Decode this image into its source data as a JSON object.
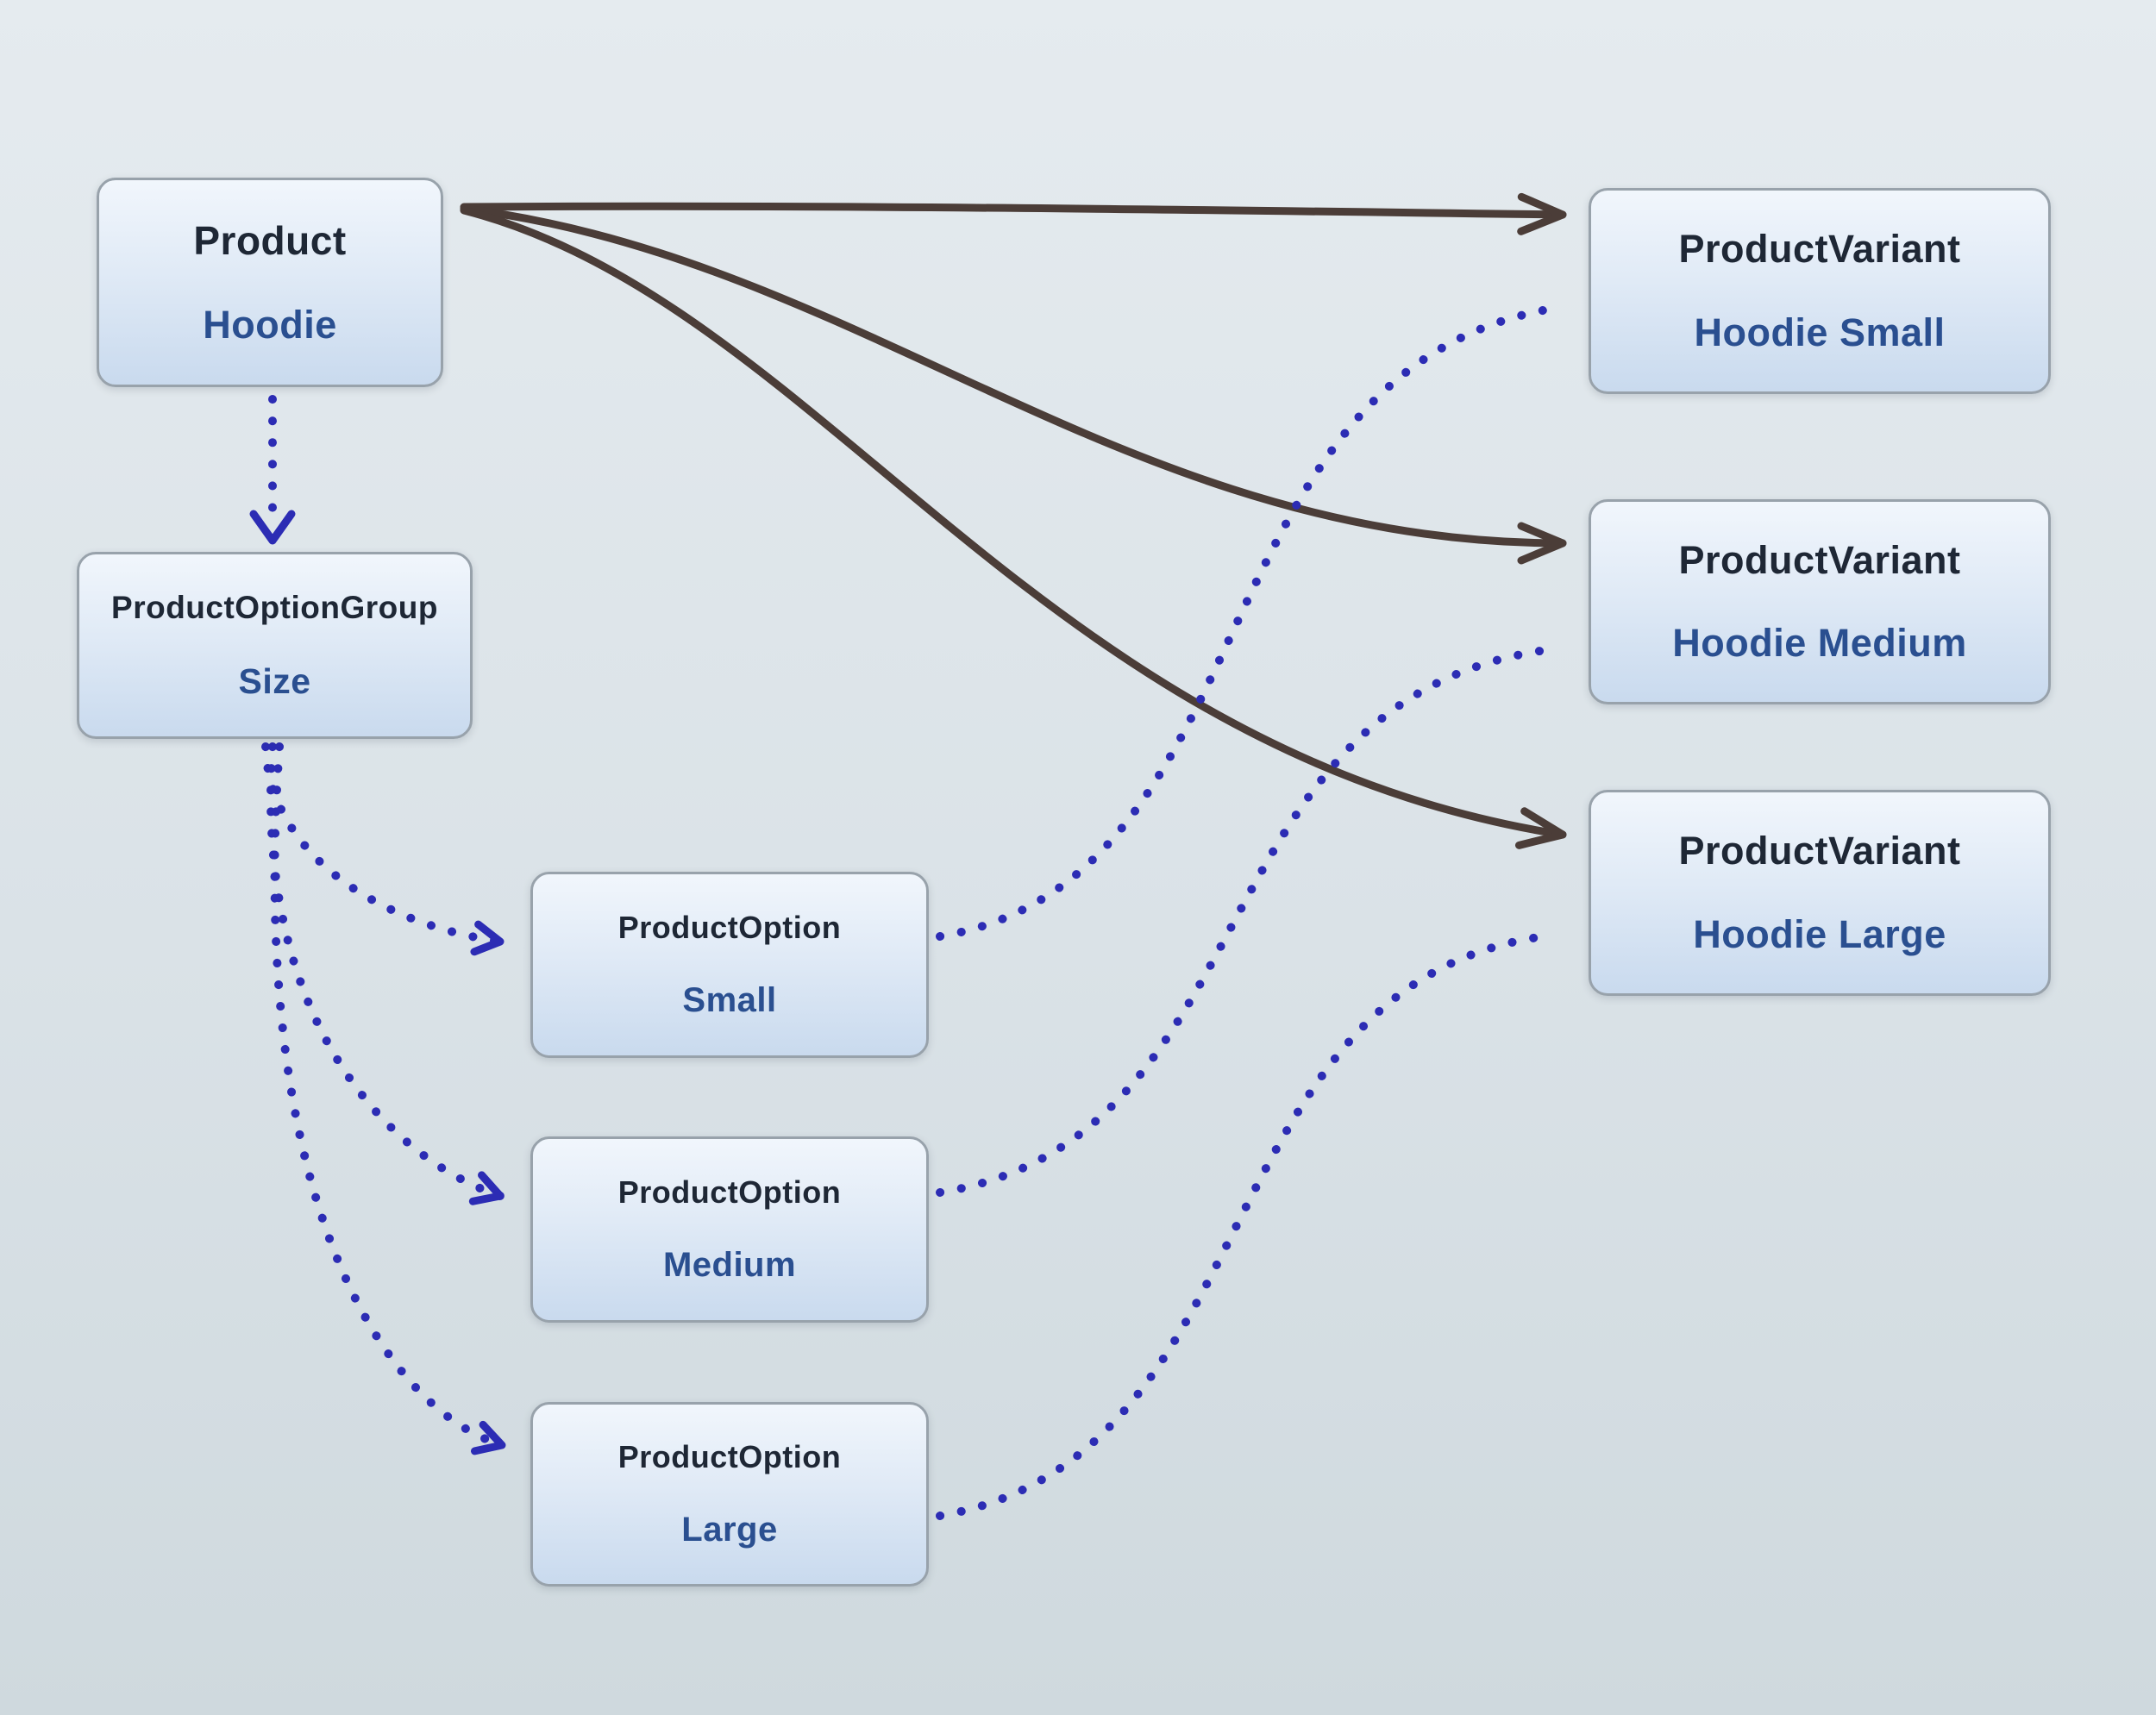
{
  "diagram": {
    "kind": "entity-relationship",
    "nodes": [
      {
        "id": "product",
        "title": "Product",
        "value": "Hoodie"
      },
      {
        "id": "pog",
        "title": "ProductOptionGroup",
        "value": "Size"
      },
      {
        "id": "po_small",
        "title": "ProductOption",
        "value": "Small"
      },
      {
        "id": "po_medium",
        "title": "ProductOption",
        "value": "Medium"
      },
      {
        "id": "po_large",
        "title": "ProductOption",
        "value": "Large"
      },
      {
        "id": "pv_small",
        "title": "ProductVariant",
        "value": "Hoodie Small"
      },
      {
        "id": "pv_medium",
        "title": "ProductVariant",
        "value": "Hoodie Medium"
      },
      {
        "id": "pv_large",
        "title": "ProductVariant",
        "value": "Hoodie Large"
      }
    ],
    "edges": [
      {
        "from": "product",
        "to": "pv_small",
        "style": "solid"
      },
      {
        "from": "product",
        "to": "pv_medium",
        "style": "solid"
      },
      {
        "from": "product",
        "to": "pv_large",
        "style": "solid"
      },
      {
        "from": "product",
        "to": "pog",
        "style": "dotted"
      },
      {
        "from": "pog",
        "to": "po_small",
        "style": "dotted"
      },
      {
        "from": "pog",
        "to": "po_medium",
        "style": "dotted"
      },
      {
        "from": "pog",
        "to": "po_large",
        "style": "dotted"
      },
      {
        "from": "po_small",
        "to": "pv_small",
        "style": "dotted"
      },
      {
        "from": "po_medium",
        "to": "pv_medium",
        "style": "dotted"
      },
      {
        "from": "po_large",
        "to": "pv_large",
        "style": "dotted"
      }
    ],
    "colors": {
      "bg_top": "#e5ebef",
      "bg_mid": "#dae2e7",
      "bg_bottom": "#cfd9de",
      "node_fill_top": "#f1f6fc",
      "node_fill_bottom": "#c9daee",
      "node_border": "#98a2ab",
      "title_text": "#1e2735",
      "value_text": "#2a4f90",
      "solid_edge": "#4b3d38",
      "dotted_edge": "#2c2cb4"
    }
  }
}
